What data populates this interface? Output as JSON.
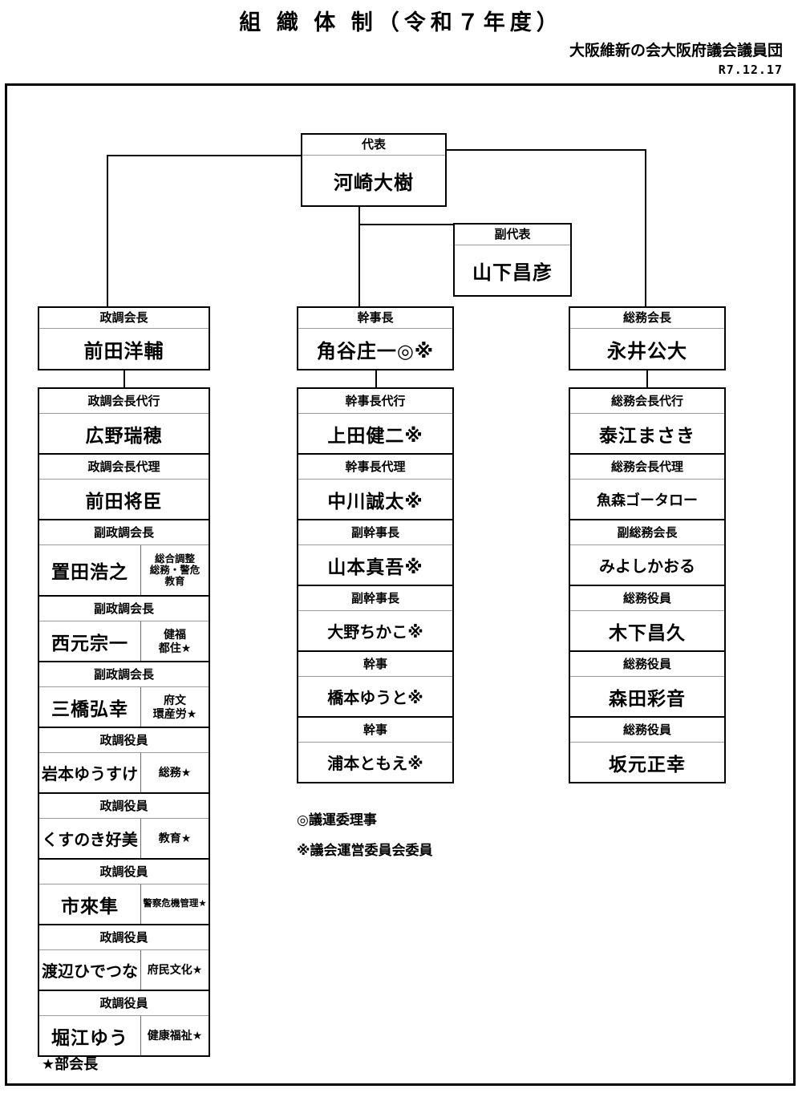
{
  "header": {
    "title": "組 織 体 制（令和７年度）",
    "org": "大阪維新の会大阪府議会議員団",
    "date": "R7.12.17"
  },
  "top": {
    "representative": {
      "title": "代表",
      "name": "河崎大樹"
    },
    "vice_representative": {
      "title": "副代表",
      "name": "山下昌彦"
    }
  },
  "branches": {
    "policy": {
      "head": {
        "title": "政調会長",
        "name": "前田洋輔"
      },
      "rows": [
        {
          "title": "政調会長代行",
          "name": "広野瑞穂",
          "tag": null
        },
        {
          "title": "政調会長代理",
          "name": "前田将臣",
          "tag": null
        },
        {
          "title": "副政調会長",
          "name": "置田浩之",
          "tag": "総合調整\n総務・警危\n教育"
        },
        {
          "title": "副政調会長",
          "name": "西元宗一",
          "tag": "健福\n都住★"
        },
        {
          "title": "副政調会長",
          "name": "三橋弘幸",
          "tag": "府文\n環産労★"
        },
        {
          "title": "政調役員",
          "name": "岩本ゆうすけ",
          "tag": "総務★"
        },
        {
          "title": "政調役員",
          "name": "くすのき好美",
          "tag": "教育★"
        },
        {
          "title": "政調役員",
          "name": "市來隼",
          "tag": "警察危機管理★"
        },
        {
          "title": "政調役員",
          "name": "渡辺ひでつな",
          "tag": "府民文化★"
        },
        {
          "title": "政調役員",
          "name": "堀江ゆう",
          "tag": "健康福祉★"
        }
      ]
    },
    "secretariat": {
      "head": {
        "title": "幹事長",
        "name": "角谷庄一◎※"
      },
      "rows": [
        {
          "title": "幹事長代行",
          "name": "上田健二※",
          "tag": null
        },
        {
          "title": "幹事長代理",
          "name": "中川誠太※",
          "tag": null
        },
        {
          "title": "副幹事長",
          "name": "山本真吾※",
          "tag": null
        },
        {
          "title": "副幹事長",
          "name": "大野ちかこ※",
          "tag": null
        },
        {
          "title": "幹事",
          "name": "橋本ゆうと※",
          "tag": null
        },
        {
          "title": "幹事",
          "name": "浦本ともえ※",
          "tag": null
        }
      ]
    },
    "general_affairs": {
      "head": {
        "title": "総務会長",
        "name": "永井公大"
      },
      "rows": [
        {
          "title": "総務会長代行",
          "name": "泰江まさき",
          "tag": null
        },
        {
          "title": "総務会長代理",
          "name": "魚森ゴータロー",
          "tag": null
        },
        {
          "title": "副総務会長",
          "name": "みよしかおる",
          "tag": null
        },
        {
          "title": "総務役員",
          "name": "木下昌久",
          "tag": null
        },
        {
          "title": "総務役員",
          "name": "森田彩音",
          "tag": null
        },
        {
          "title": "総務役員",
          "name": "坂元正幸",
          "tag": null
        }
      ]
    }
  },
  "legend": {
    "maru": "◎議運委理事",
    "kome": "※議会運営委員会委員",
    "star": "★部会長"
  },
  "colors": {
    "line": "#000000",
    "background": "#ffffff",
    "divider": "#9a9a9a"
  }
}
